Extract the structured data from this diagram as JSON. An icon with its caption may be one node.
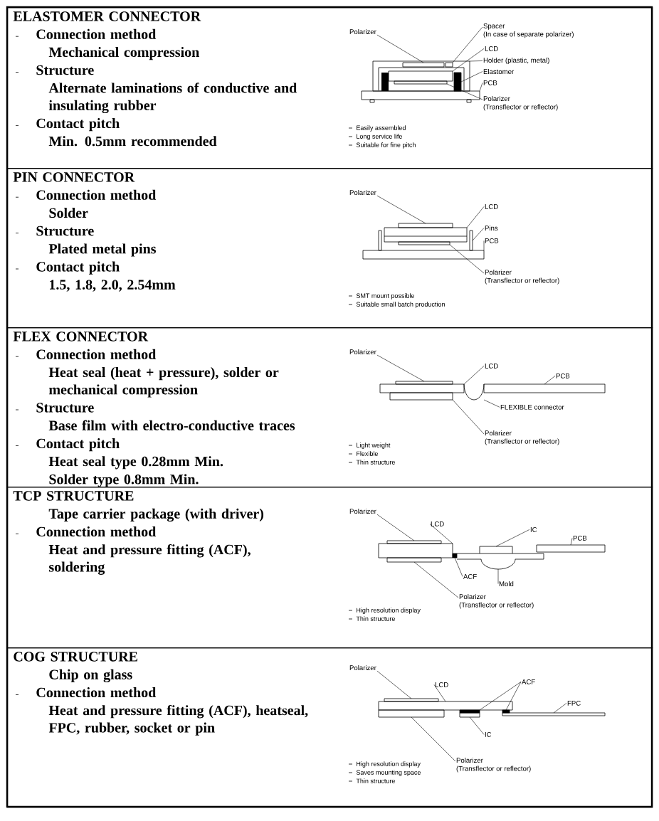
{
  "diagram": {
    "nodes": [
      {
        "text": [
          "ELASTOMER CONNECTOR",
          "Connection method",
          "Mechanical compression",
          "Structure",
          "Alternate laminations of conductive and insulating rubber",
          "Contact pitch",
          "Min. 0.5mm recommended",
          "Easily assembled",
          "Long service life",
          "Suitable for fine pitch"
        ]
      },
      {
        "text": [
          "Polarizer"
        ],
        "in": 0
      },
      {
        "text": [
          "Spacer",
          "(In case of separate polarizer)"
        ],
        "in": 0
      },
      {
        "text": [
          "LCD"
        ],
        "in": 0
      },
      {
        "text": [
          "Holder (plastic, metal)"
        ],
        "in": 0
      },
      {
        "text": [
          "Elastomer"
        ],
        "in": 0
      },
      {
        "text": [
          "PCB"
        ],
        "in": 0
      },
      {
        "text": [
          "Polarizer",
          "(Transflector or reflector)"
        ],
        "in": 0
      },
      {
        "text": [
          "PIN CONNECTOR",
          "Connection method",
          "Solder",
          "Structure",
          "Plated metal pins",
          "Contact pitch",
          "1.5, 1.8, 2.0, 2.54mm",
          "SMT mount possible",
          "Suitable small batch production"
        ]
      },
      {
        "text": [
          "Polarizer"
        ],
        "in": 8
      },
      {
        "text": [
          "LCD"
        ],
        "in": 8
      },
      {
        "text": [
          "Pins"
        ],
        "in": 8
      },
      {
        "text": [
          "PCB"
        ],
        "in": 8
      },
      {
        "text": [
          "Polarizer",
          "(Transflector or reflector)"
        ],
        "in": 8
      },
      {
        "text": [
          "FLEX CONNECTOR",
          "Connection method",
          "Heat seal (heat + pressure), solder or mechanical compression",
          "Structure",
          "Base film with electro-conductive traces",
          "Contact pitch",
          "Heat seal type 0.28mm Min.",
          "Solder type 0.8mm Min.",
          "Light weight",
          "Flexible",
          "Thin structure"
        ]
      },
      {
        "text": [
          "Polarizer"
        ],
        "in": 14
      },
      {
        "text": [
          "LCD"
        ],
        "in": 14
      },
      {
        "text": [
          "PCB"
        ],
        "in": 14
      },
      {
        "text": [
          "FLEXIBLE connector"
        ],
        "in": 14
      },
      {
        "text": [
          "Polarizer",
          "(Transflector or reflector)"
        ],
        "in": 14
      },
      {
        "text": [
          "TCP STRUCTURE",
          "Tape carrier package (with driver)",
          "Connection method",
          "Heat and pressure fitting (ACF), soldering",
          "High resolution display",
          "Thin structure"
        ]
      },
      {
        "text": [
          "Polarizer"
        ],
        "in": 20
      },
      {
        "text": [
          "LCD"
        ],
        "in": 20
      },
      {
        "text": [
          "IC"
        ],
        "in": 20
      },
      {
        "text": [
          "PCB"
        ],
        "in": 20
      },
      {
        "text": [
          "ACF"
        ],
        "in": 20
      },
      {
        "text": [
          "Mold"
        ],
        "in": 20
      },
      {
        "text": [
          "Polarizer",
          "(Transflector or reflector)"
        ],
        "in": 20
      },
      {
        "text": [
          "COG STRUCTURE",
          "Chip on glass",
          "Connection method",
          "Heat and pressure fitting (ACF), heatseal, FPC, rubber, socket or pin",
          "High resolution display",
          "Saves mounting space",
          "Thin structure"
        ]
      },
      {
        "text": [
          "Polarizer"
        ],
        "in": 28
      },
      {
        "text": [
          "LCD"
        ],
        "in": 28
      },
      {
        "text": [
          "ACF"
        ],
        "in": 28
      },
      {
        "text": [
          "FPC"
        ],
        "in": 28
      },
      {
        "text": [
          "IC"
        ],
        "in": 28
      },
      {
        "text": [
          "Polarizer",
          "(Transflector or reflector)"
        ],
        "in": 28
      },
      {
        "text": [],
        "shape": "box",
        "in": 0
      },
      {
        "text": [],
        "shape": "box",
        "in": 35
      },
      {
        "text": [],
        "shape": "box",
        "in": 35
      },
      {
        "text": [],
        "shape": "box",
        "in": 35
      },
      {
        "text": [],
        "shape": "bar",
        "in": 35
      },
      {
        "text": [],
        "shape": "box",
        "in": 0
      },
      {
        "text": [],
        "shape": "box",
        "in": 35
      },
      {
        "text": [],
        "shape": "box",
        "in": 8
      },
      {
        "text": [],
        "shape": "box",
        "in": 8
      },
      {
        "text": [],
        "shape": "box",
        "in": 8
      },
      {
        "text": [],
        "shape": "box",
        "in": 8
      },
      {
        "text": [],
        "shape": "box",
        "in": 8
      },
      {
        "text": [],
        "shape": "box",
        "in": 14
      },
      {
        "text": [],
        "shape": "box",
        "in": 14
      },
      {
        "text": [],
        "shape": "box",
        "in": 14
      },
      {
        "text": [],
        "shape": "arc",
        "in": 14
      },
      {
        "text": [],
        "shape": "box",
        "in": 14
      },
      {
        "text": [],
        "shape": "box",
        "in": 20
      },
      {
        "text": [],
        "shape": "box",
        "in": 20
      },
      {
        "text": [],
        "shape": "box",
        "in": 20
      },
      {
        "text": [],
        "shape": "box",
        "in": 20
      },
      {
        "text": [],
        "shape": "bar",
        "in": 20
      },
      {
        "text": [],
        "shape": "arc",
        "in": 20
      },
      {
        "text": [],
        "shape": "box",
        "in": 20
      },
      {
        "text": [],
        "shape": "box",
        "in": 28
      },
      {
        "text": [],
        "shape": "box",
        "in": 28
      },
      {
        "text": [],
        "shape": "bar",
        "in": 28
      },
      {
        "text": [],
        "shape": "bar",
        "in": 28
      },
      {
        "text": [],
        "shape": "box",
        "in": 28
      },
      {
        "text": [],
        "shape": "box",
        "in": 28
      },
      {
        "text": [],
        "shape": "box",
        "in": 28
      }
    ],
    "edges": [
      {
        "from": 1,
        "to": 36,
        "arrow": "none"
      },
      {
        "from": 2,
        "to": 37,
        "arrow": "none"
      },
      {
        "from": 3,
        "to": 38,
        "arrow": "none"
      },
      {
        "from": 4,
        "to": 35,
        "arrow": "none"
      },
      {
        "from": 5,
        "to": 39,
        "arrow": "none"
      },
      {
        "from": 6,
        "to": 40,
        "arrow": "none"
      },
      {
        "from": 7,
        "to": 41,
        "arrow": "none"
      },
      {
        "from": 9,
        "to": 42,
        "arrow": "none"
      },
      {
        "from": 10,
        "to": 43,
        "arrow": "none"
      },
      {
        "from": 11,
        "to": 44,
        "arrow": "none"
      },
      {
        "from": 12,
        "to": 45,
        "arrow": "none"
      },
      {
        "from": 13,
        "to": 46,
        "arrow": "none"
      },
      {
        "from": 15,
        "to": 47,
        "arrow": "none"
      },
      {
        "from": 16,
        "to": 48,
        "arrow": "none"
      },
      {
        "from": 17,
        "to": 49,
        "arrow": "none"
      },
      {
        "from": 18,
        "to": 50,
        "arrow": "none"
      },
      {
        "from": 19,
        "to": 51,
        "arrow": "none"
      },
      {
        "from": 21,
        "to": 52,
        "arrow": "none"
      },
      {
        "from": 22,
        "to": 53,
        "arrow": "none"
      },
      {
        "from": 23,
        "to": 54,
        "arrow": "none"
      },
      {
        "from": 24,
        "to": 55,
        "arrow": "none"
      },
      {
        "from": 25,
        "to": 56,
        "arrow": "none"
      },
      {
        "from": 26,
        "to": 57,
        "arrow": "none"
      },
      {
        "from": 27,
        "to": 58,
        "arrow": "none"
      },
      {
        "from": 29,
        "to": 59,
        "arrow": "none"
      },
      {
        "from": 30,
        "to": 60,
        "arrow": "none"
      },
      {
        "from": 31,
        "to": 61,
        "arrow": "none"
      },
      {
        "from": 31,
        "to": 62,
        "arrow": "none"
      },
      {
        "from": 32,
        "to": 63,
        "arrow": "none"
      },
      {
        "from": 33,
        "to": 64,
        "arrow": "none"
      },
      {
        "from": 34,
        "to": 65,
        "arrow": "none"
      }
    ]
  }
}
